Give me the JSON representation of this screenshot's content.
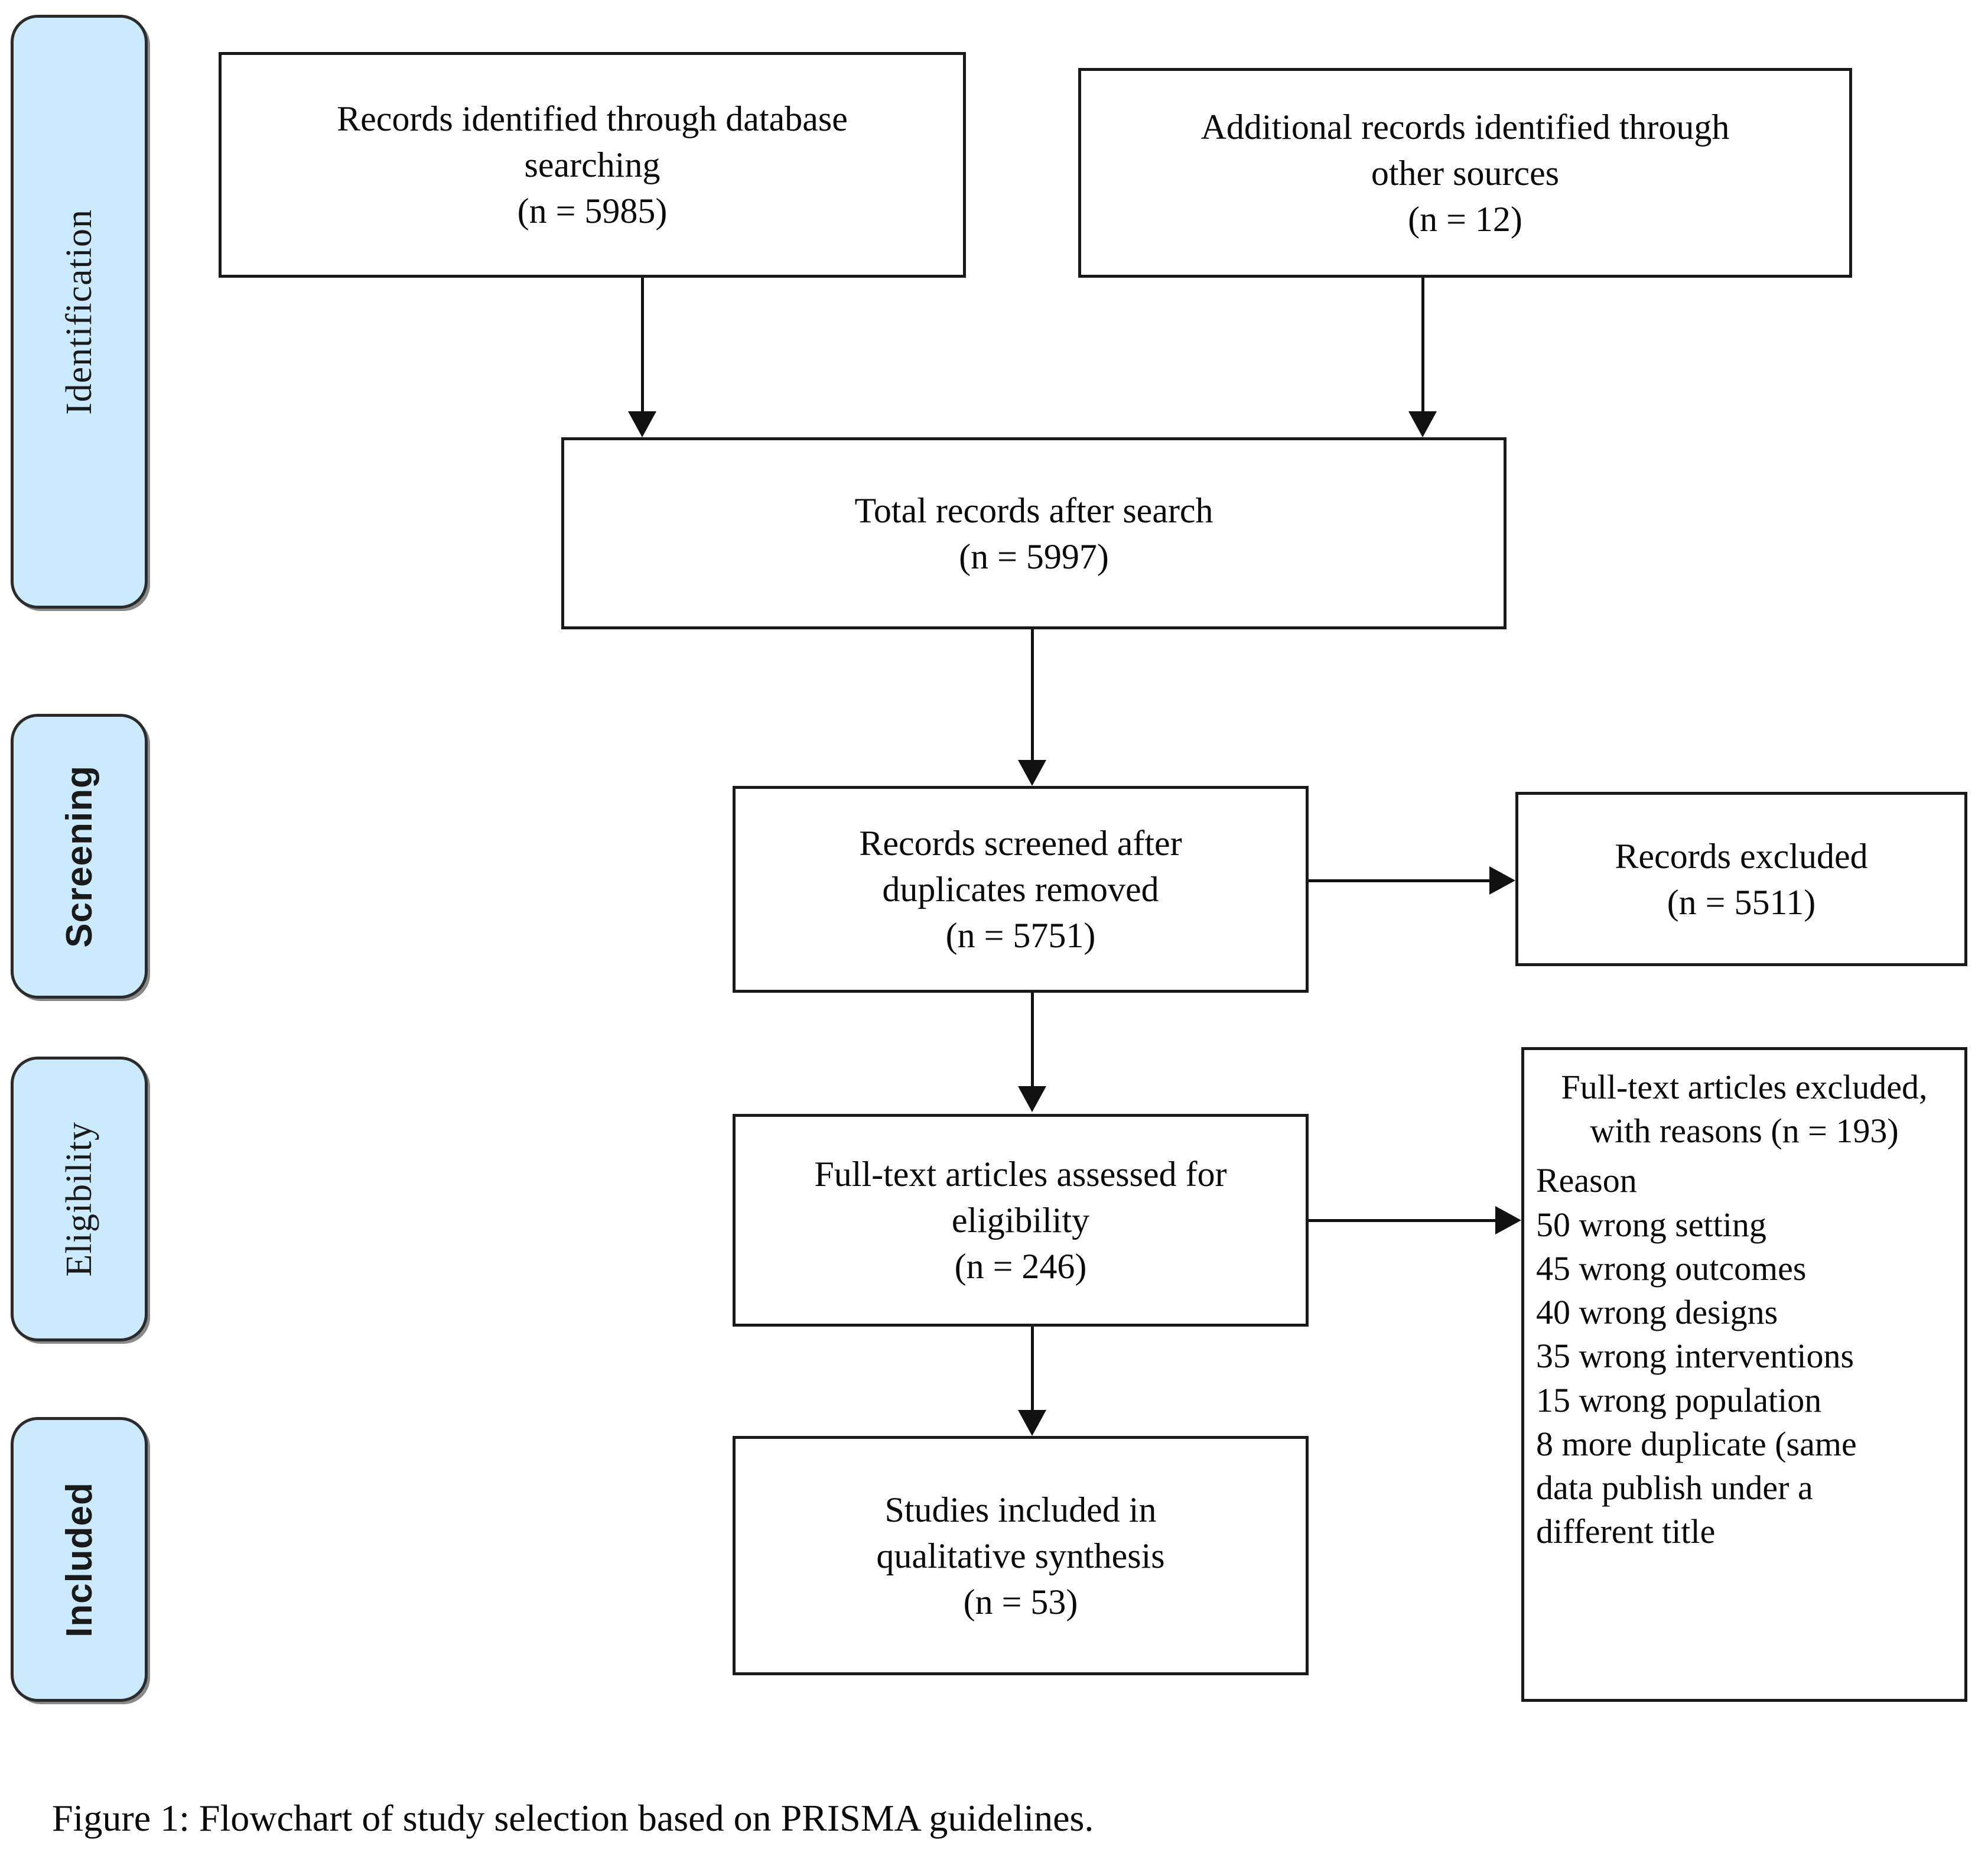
{
  "figure": {
    "caption": "Figure 1: Flowchart of study selection based on PRISMA guidelines."
  },
  "colors": {
    "phase_tab_fill": "#cbeafd",
    "phase_tab_border": "#2b2b2b",
    "box_border": "#1a1a1a",
    "connector": "#111111",
    "page_background": "#ffffff"
  },
  "phases": [
    {
      "label": "Identification"
    },
    {
      "label": "Screening"
    },
    {
      "label": "Eligibility"
    },
    {
      "label": "Included"
    }
  ],
  "boxes": {
    "database_searching": {
      "line1": "Records identified through database",
      "line2": "searching",
      "count": "(n = 5985)"
    },
    "other_sources": {
      "line1": "Additional records identified through",
      "line2": "other sources",
      "count": "(n = 12)"
    },
    "total_records": {
      "line1": "Total records after search",
      "count": "(n = 5997)"
    },
    "records_screened": {
      "line1": "Records screened after",
      "line2": "duplicates removed",
      "count": "(n = 5751)"
    },
    "records_excluded": {
      "line1": "Records excluded",
      "count": "(n = 5511)"
    },
    "fulltext_assessed": {
      "line1": "Full-text articles assessed for",
      "line2": "eligibility",
      "count": "(n = 246)"
    },
    "fulltext_excluded": {
      "line1": "Full-text articles",
      "line2": "excluded, with",
      "line3": "reasons",
      "count": "(n = 193)",
      "reasons_header": "Reason",
      "reasons": [
        "50 wrong setting",
        "45 wrong outcomes",
        "40 wrong designs",
        "35 wrong interventions",
        "15 wrong population",
        "8 more duplicate (same",
        "data publish under a",
        "different title"
      ]
    },
    "studies_included": {
      "line1": "Studies included in",
      "line2": "qualitative synthesis",
      "count": "(n = 53)"
    }
  },
  "chart_data": {
    "type": "diagram",
    "title": "PRISMA study selection flowchart",
    "nodes": [
      {
        "id": "database_searching",
        "phase": "Identification",
        "label": "Records identified through database searching",
        "n": 5985
      },
      {
        "id": "other_sources",
        "phase": "Identification",
        "label": "Additional records identified through other sources",
        "n": 12
      },
      {
        "id": "total_records",
        "phase": "Identification",
        "label": "Total records after search",
        "n": 5997
      },
      {
        "id": "records_screened",
        "phase": "Screening",
        "label": "Records screened after duplicates removed",
        "n": 5751
      },
      {
        "id": "records_excluded",
        "phase": "Screening",
        "label": "Records excluded",
        "n": 5511
      },
      {
        "id": "fulltext_assessed",
        "phase": "Eligibility",
        "label": "Full-text articles assessed for eligibility",
        "n": 246
      },
      {
        "id": "fulltext_excluded",
        "phase": "Eligibility",
        "label": "Full-text articles excluded, with reasons",
        "n": 193
      },
      {
        "id": "studies_included",
        "phase": "Included",
        "label": "Studies included in qualitative synthesis",
        "n": 53
      }
    ],
    "edges": [
      {
        "from": "database_searching",
        "to": "total_records"
      },
      {
        "from": "other_sources",
        "to": "total_records"
      },
      {
        "from": "total_records",
        "to": "records_screened"
      },
      {
        "from": "records_screened",
        "to": "records_excluded"
      },
      {
        "from": "records_screened",
        "to": "fulltext_assessed"
      },
      {
        "from": "fulltext_assessed",
        "to": "fulltext_excluded"
      },
      {
        "from": "fulltext_assessed",
        "to": "studies_included"
      }
    ],
    "exclusion_reasons": [
      {
        "count": 50,
        "reason": "wrong setting"
      },
      {
        "count": 45,
        "reason": "wrong outcomes"
      },
      {
        "count": 40,
        "reason": "wrong designs"
      },
      {
        "count": 35,
        "reason": "wrong interventions"
      },
      {
        "count": 15,
        "reason": "wrong population"
      },
      {
        "count": 8,
        "reason": "more duplicate (same data publish under a different title"
      }
    ]
  }
}
